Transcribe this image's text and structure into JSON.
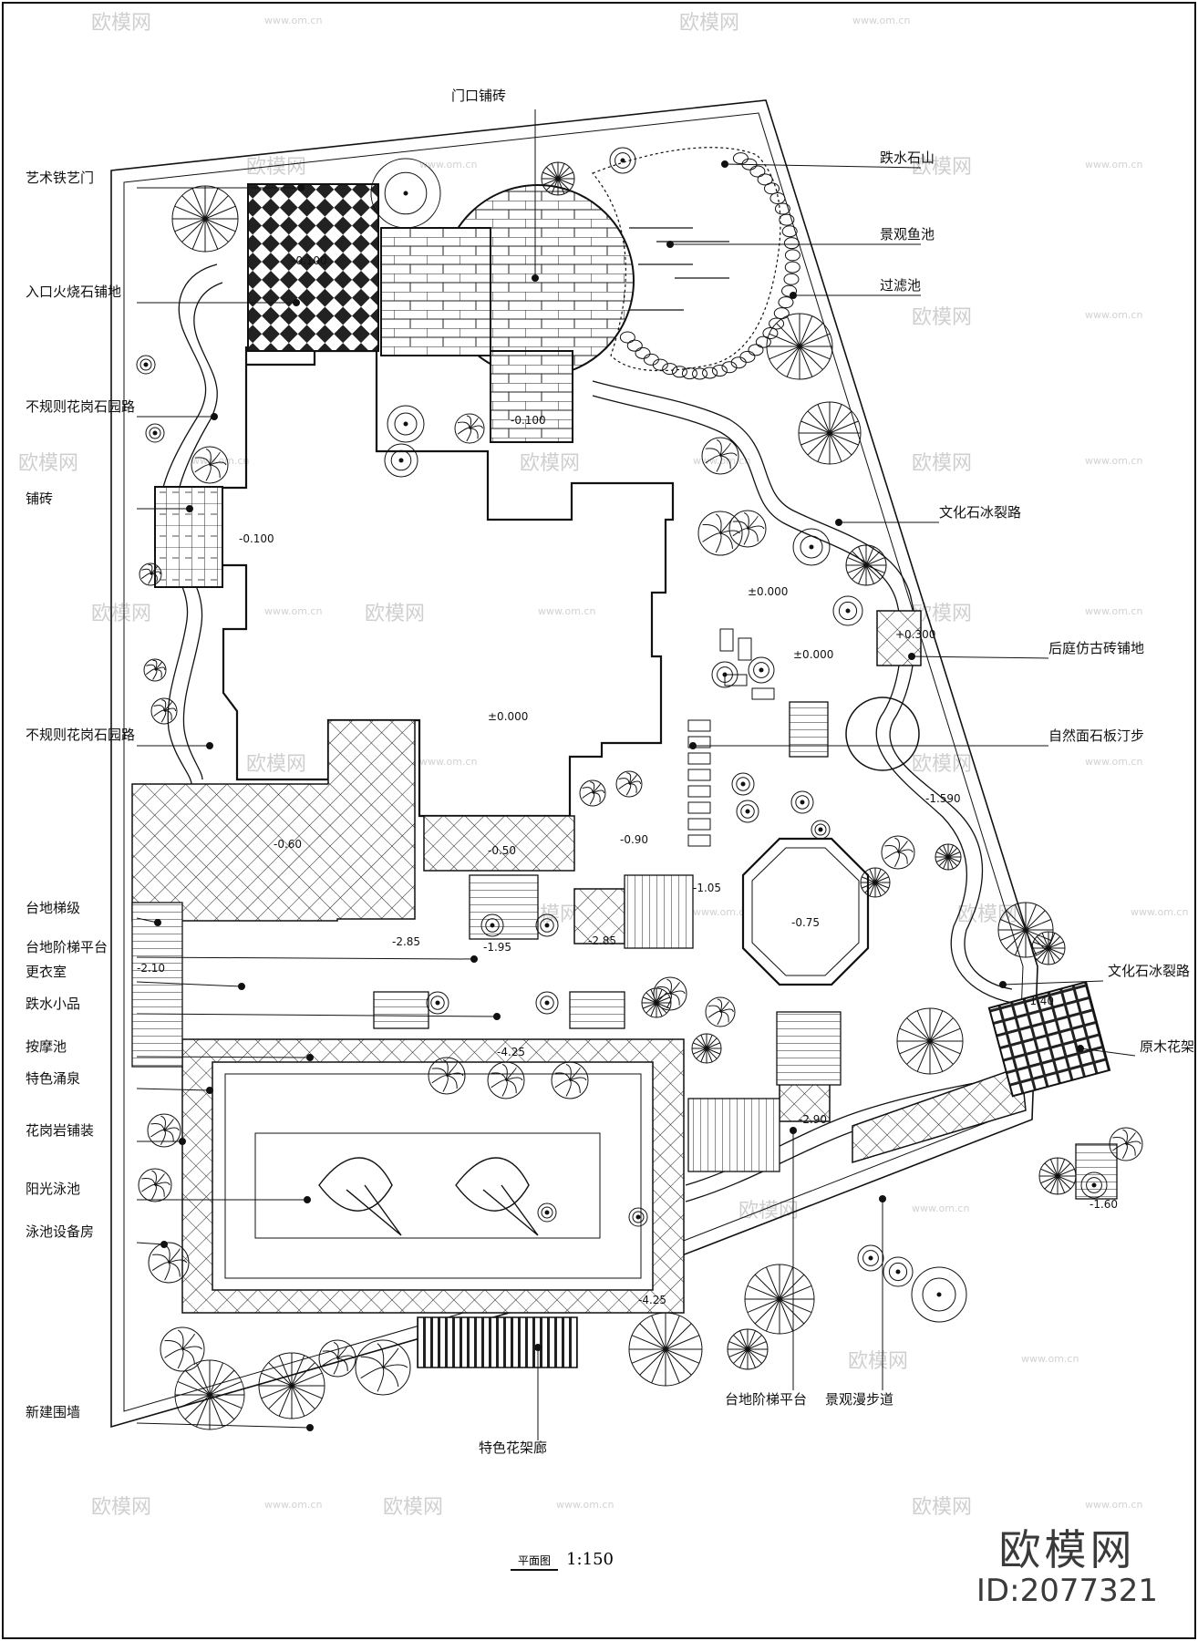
{
  "drawing": {
    "title": "平面图",
    "scale": "1:150"
  },
  "labels": {
    "left": [
      "艺术铁艺门",
      "入口火烧石铺地",
      "不规则花岗石园路",
      "铺砖",
      "不规则花岗石园路",
      "台地梯级",
      "台地阶梯平台",
      "更衣室",
      "跌水小品",
      "按摩池",
      "特色涌泉",
      "花岗岩铺装",
      "阳光泳池",
      "泳池设备房",
      "新建围墙"
    ],
    "top": "门口铺砖",
    "right": [
      "跌水石山",
      "景观鱼池",
      "过滤池",
      "文化石冰裂路",
      "后庭仿古砖铺地",
      "自然面石板汀步",
      "文化石冰裂路",
      "原木花架"
    ],
    "bottom": [
      "特色花架廊",
      "台地阶梯平台",
      "景观漫步道"
    ]
  },
  "levels": [
    "-0.100",
    "-0.100",
    "-0.100",
    "±0.000",
    "±0.000",
    "±0.000",
    "+0.300",
    "-0.60",
    "-0.50",
    "-0.90",
    "-1.05",
    "-0.75",
    "-1.95",
    "-2.85",
    "-2.85",
    "-4.25",
    "-4.25",
    "-2.90",
    "-1.590",
    "-1.40",
    "-2.10",
    "-1.60"
  ],
  "watermark": {
    "brand": "欧模网",
    "url": "www.om.cn",
    "id": "ID:2077321"
  }
}
